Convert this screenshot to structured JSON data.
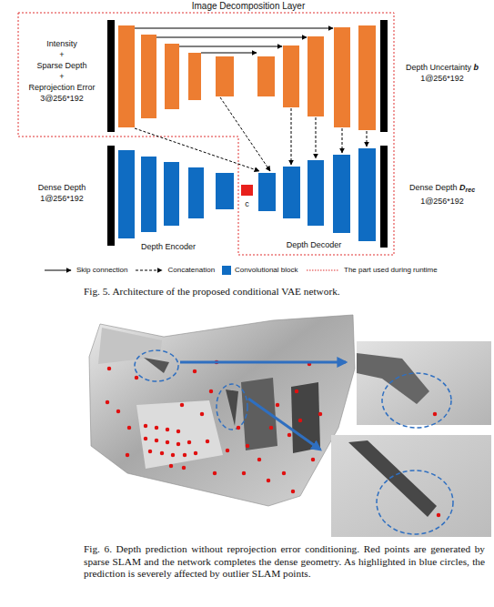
{
  "diagram": {
    "caption": "Fig. 5. Architecture of the proposed conditional VAE network.",
    "nodes": [
      {
        "text": [
          "Intensity",
          "+",
          "Sparse Depth",
          "+",
          "Reprojection Error",
          "3@256*192"
        ]
      },
      {
        "text": [
          "Depth Uncertainty",
          "b",
          "1@256*192"
        ]
      },
      {
        "text": [
          "Dense Depth",
          "1@256*192"
        ]
      },
      {
        "text": [
          "Dense Depth",
          "D",
          "rec",
          "1@256*192"
        ]
      },
      {
        "text": [
          "c"
        ]
      }
    ],
    "labels": [
      "Image Decomposition Layer",
      "Depth Encoder",
      "Depth Decoder",
      "Fig. 6. Depth prediction without reprojection error conditioning. Red points are generated by sparse SLAM and the network completes the dense geometry. As highlighted in blue circles, the prediction is severely affected by outlier SLAM points."
    ],
    "legend": [
      {
        "text": "Skip connection"
      },
      {
        "text": "Concatenation"
      },
      {
        "text": "Convolutional block",
        "color": "#0f6cc2"
      },
      {
        "text": "The part used during runtime"
      }
    ]
  }
}
